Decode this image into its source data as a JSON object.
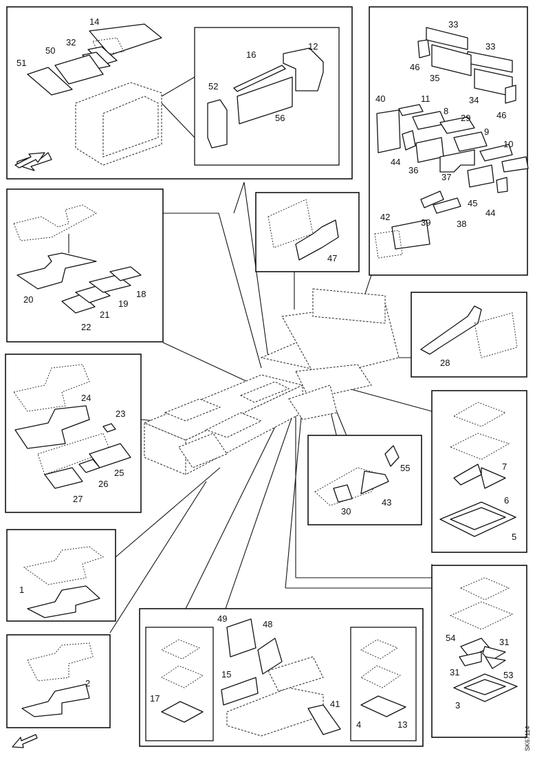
{
  "doc_code": "SK67114",
  "callouts": {
    "c1": "1",
    "c2": "2",
    "c3": "3",
    "c4": "4",
    "c5": "5",
    "c6": "6",
    "c7": "7",
    "c8": "8",
    "c9": "9",
    "c10": "10",
    "c11": "11",
    "c12": "12",
    "c13": "13",
    "c14": "14",
    "c15": "15",
    "c16": "16",
    "c17": "17",
    "c18": "18",
    "c19": "19",
    "c20": "20",
    "c21": "21",
    "c22": "22",
    "c23": "23",
    "c24": "24",
    "c25": "25",
    "c26": "26",
    "c27": "27",
    "c28": "28",
    "c29": "29",
    "c30": "30",
    "c31a": "31",
    "c31b": "31",
    "c32": "32",
    "c33a": "33",
    "c33b": "33",
    "c34": "34",
    "c35": "35",
    "c36": "36",
    "c37": "37",
    "c38": "38",
    "c39": "39",
    "c40": "40",
    "c41": "41",
    "c42": "42",
    "c43": "43",
    "c44a": "44",
    "c44b": "44",
    "c45": "45",
    "c46a": "46",
    "c46b": "46",
    "c47": "47",
    "c48": "48",
    "c49": "49",
    "c50": "50",
    "c51": "51",
    "c52": "52",
    "c53": "53",
    "c54": "54",
    "c55": "55",
    "c56": "56"
  }
}
